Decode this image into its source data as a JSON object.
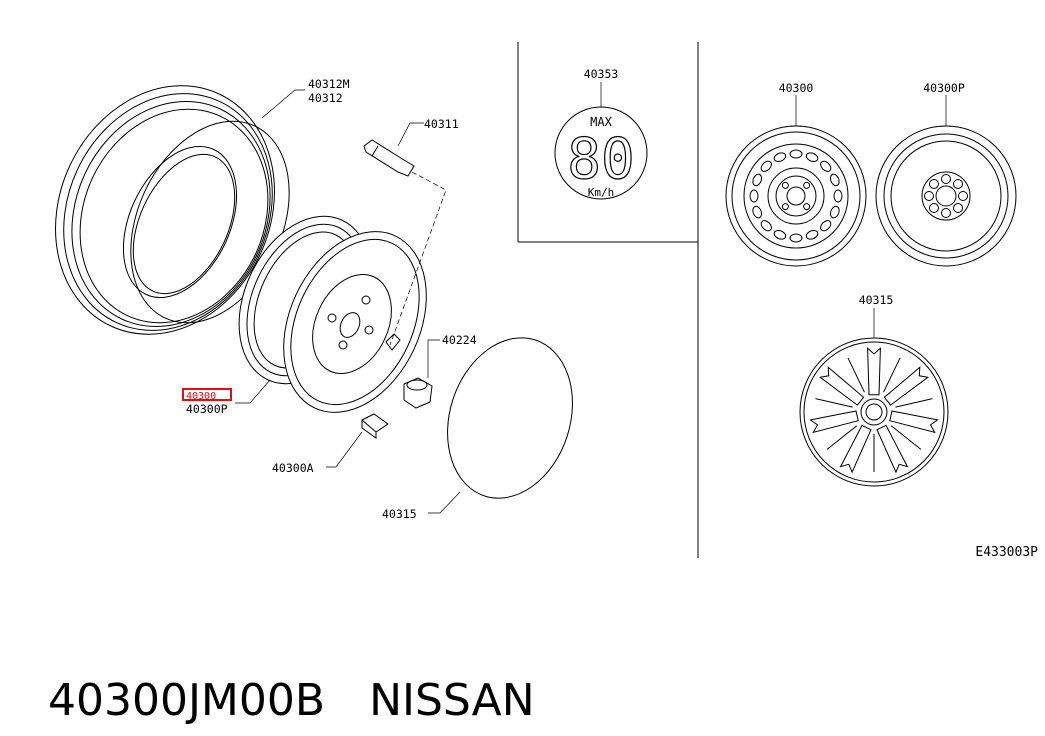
{
  "diagram": {
    "labels": {
      "tire": "40312M",
      "tire_alt": "40312",
      "valve": "40311",
      "wheel_nut": "40224",
      "wheel_highlight": "40300",
      "wheel_alt": "40300P",
      "weight": "40300A",
      "disc_cover": "40315",
      "speed_label": "40353",
      "steel_wheel": "40300",
      "alloy_wheel": "40300P",
      "wheel_cover": "40315"
    },
    "speed_badge": {
      "top": "MAX",
      "number": "80",
      "unit": "Km/h"
    },
    "figure_code": "E433003P",
    "highlight_color": "#e01010"
  },
  "part": {
    "number": "40300JM00B",
    "brand": "NISSAN"
  }
}
